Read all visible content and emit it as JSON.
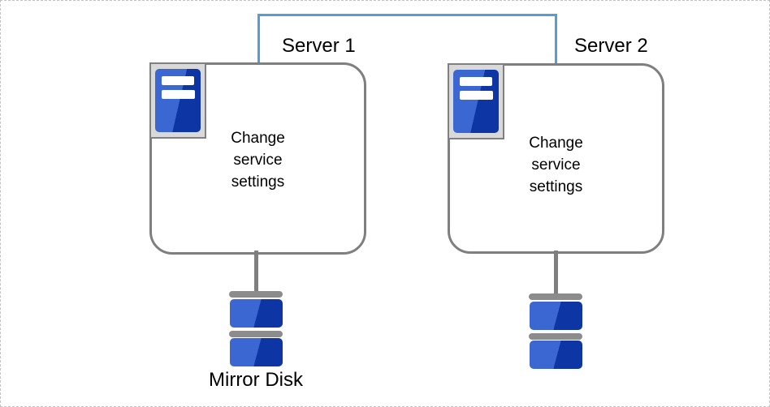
{
  "colors": {
    "connector": "#5b9bd5",
    "box-border": "#7f7f7f",
    "icon-border": "#808080",
    "icon-bg": "#d9d9d9",
    "blue-light": "#3a67d1",
    "blue-dark": "#0d35a4",
    "cap-gray": "#8c8c8c",
    "stem-gray": "#7f7f7f",
    "text": "#000000"
  },
  "diagram": {
    "server1": {
      "label": "Server 1",
      "box_text": "Change\nservice\nsettings"
    },
    "server2": {
      "label": "Server 2",
      "box_text": "Change\nservice\nsettings"
    },
    "mirror_disk": {
      "label": "Mirror Disk"
    },
    "icons": {
      "server1_icon": "server-icon",
      "server2_icon": "server-icon",
      "disk1_icon": "mirror-disk-stack-icon",
      "disk2_icon": "mirror-disk-stack-icon"
    }
  }
}
